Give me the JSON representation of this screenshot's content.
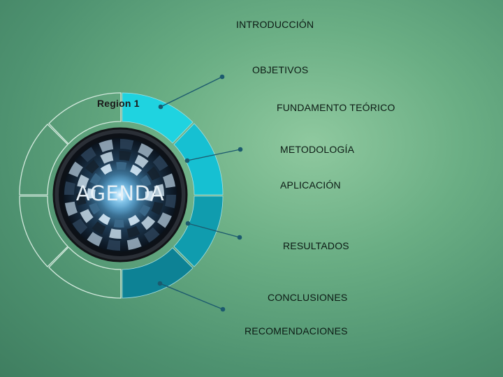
{
  "diagram": {
    "title": "AGENDA",
    "region_label": "Region 1",
    "items": [
      "INTRODUCCIÓN",
      "OBJETIVOS",
      "FUNDAMENTO TEÓRICO",
      "METODOLOGÍA",
      "APLICACIÓN",
      "RESULTADOS",
      "CONCLUSIONES",
      "RECOMENDACIONES"
    ]
  },
  "colors": {
    "segment_1": "#1fd3e0",
    "segment_2": "#16c0d2",
    "segment_3": "#109cae",
    "segment_4": "#0d8295",
    "connector": "#1c5a6e"
  }
}
